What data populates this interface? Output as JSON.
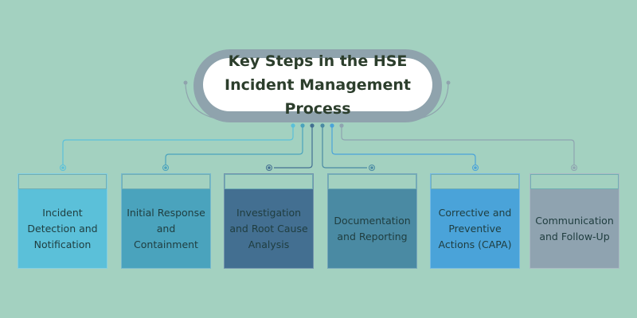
{
  "title": "Key Steps in the HSE Incident Management Process",
  "steps": [
    {
      "label": "Incident Detection and Notification",
      "color": "#5bc0d9"
    },
    {
      "label": "Initial Response and Containment",
      "color": "#4aa3bd"
    },
    {
      "label": "Investigation and Root Cause Analysis",
      "color": "#436f91"
    },
    {
      "label": "Documentation and Reporting",
      "color": "#4a8aa3"
    },
    {
      "label": "Corrective and Preventive Actions (CAPA)",
      "color": "#4aa3d9"
    },
    {
      "label": "Communication and Follow-Up",
      "color": "#8fa3b0"
    }
  ]
}
